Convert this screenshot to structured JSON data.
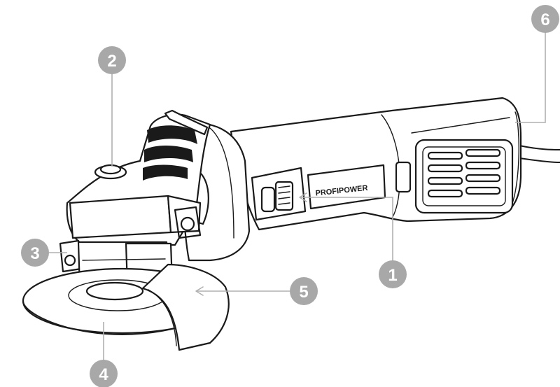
{
  "brand": {
    "logo_text": "PROFIPOWER"
  },
  "callouts": [
    {
      "id": "1",
      "label": "1"
    },
    {
      "id": "2",
      "label": "2"
    },
    {
      "id": "3",
      "label": "3"
    },
    {
      "id": "4",
      "label": "4"
    },
    {
      "id": "5",
      "label": "5"
    },
    {
      "id": "6",
      "label": "6"
    }
  ],
  "colors": {
    "outline": "#1a1a1a",
    "callout": "#a8a8a8",
    "background": "#ffffff"
  }
}
